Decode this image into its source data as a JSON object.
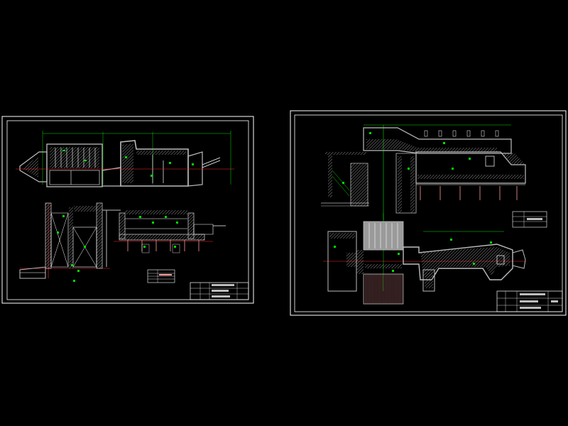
{
  "viewer": {
    "background": "#000000",
    "colors": {
      "frame": "#ffffff",
      "wall": "#bdbdbd",
      "dim": "#00e000",
      "axis": "#ff2a2a",
      "accent": "#ff9a9a",
      "hatch": "#9a9a9a"
    }
  },
  "sheets": [
    {
      "id": "sheet-left",
      "title_block": {
        "rows": 3,
        "cols": 4
      },
      "legend": {
        "rows": 4
      }
    },
    {
      "id": "sheet-right",
      "title_block": {
        "rows": 3,
        "cols": 4
      },
      "legend": {
        "rows": 3
      }
    }
  ]
}
